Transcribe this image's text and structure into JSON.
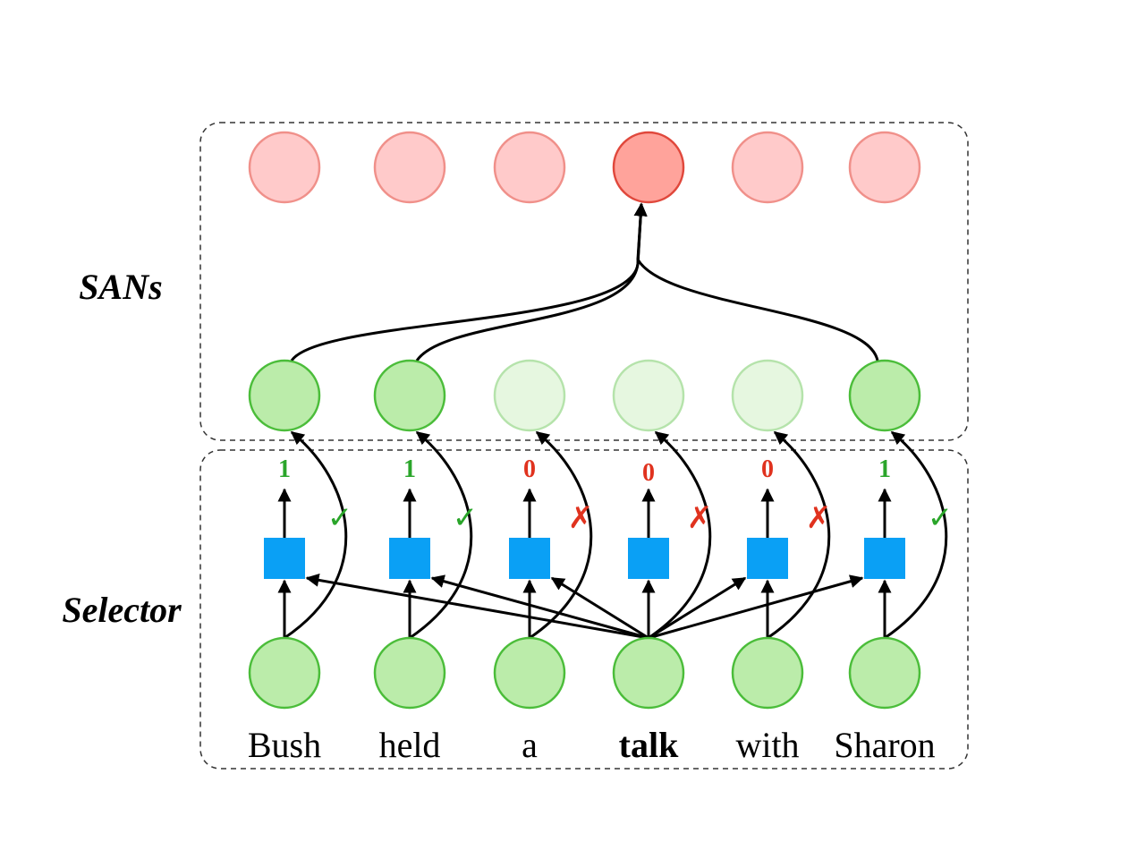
{
  "panels": {
    "sans_label": "SANs",
    "selector_label": "Selector"
  },
  "words": [
    {
      "text": "Bush",
      "bold": false
    },
    {
      "text": "held",
      "bold": false
    },
    {
      "text": "a",
      "bold": false
    },
    {
      "text": "talk",
      "bold": true
    },
    {
      "text": "with",
      "bold": false
    },
    {
      "text": "Sharon",
      "bold": false
    }
  ],
  "selection": [
    {
      "value": "1",
      "selected": true,
      "mark": "check-icon"
    },
    {
      "value": "1",
      "selected": true,
      "mark": "check-icon"
    },
    {
      "value": "0",
      "selected": false,
      "mark": "cross-icon"
    },
    {
      "value": "0",
      "selected": false,
      "mark": "cross-icon"
    },
    {
      "value": "0",
      "selected": false,
      "mark": "cross-icon"
    },
    {
      "value": "1",
      "selected": true,
      "mark": "check-icon"
    }
  ],
  "query_index": 3,
  "colors": {
    "output_node_fill": "#ffcaca",
    "output_node_stroke": "#f0908a",
    "query_output_fill": "#ffa39b",
    "query_output_stroke": "#e0483c",
    "node_fill": "#bbecaa",
    "node_stroke": "#4bbd3a",
    "faded_node_fill": "#e6f7e0",
    "faded_node_stroke": "#b5e3ab",
    "selector_box": "#0aa0f5",
    "selected_color": "#2aa52a",
    "rejected_color": "#e0321e"
  }
}
